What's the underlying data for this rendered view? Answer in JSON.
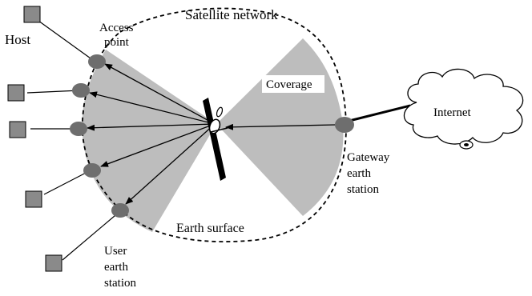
{
  "labels": {
    "satellite_network": "Satellite network",
    "host": "Host",
    "access_point_1": "Access",
    "access_point_2": "point",
    "coverage": "Coverage",
    "internet": "Internet",
    "gateway_1": "Gateway",
    "gateway_2": "earth",
    "gateway_3": "station",
    "earth_surface": "Earth surface",
    "user_1": "User",
    "user_2": "earth",
    "user_3": "station"
  },
  "colors": {
    "coverage": "#bdbdbd",
    "station": "#6e6e6e",
    "host_box": "#8a8a8a",
    "line": "#000000"
  }
}
